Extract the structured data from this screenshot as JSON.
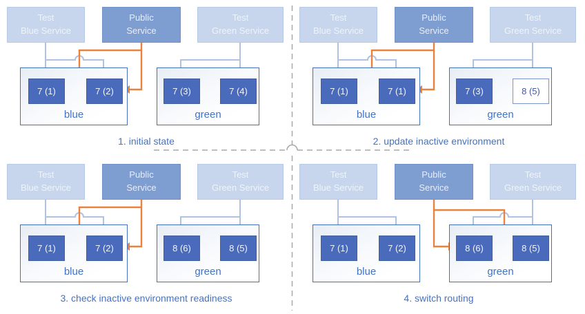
{
  "colors": {
    "test_service_fill": "#c7d6ec",
    "public_service_fill": "#7e9ed2",
    "pod_fill": "#4a6abc",
    "pod_outline_border": "#7a94cf",
    "env_border": "#4170bd",
    "test_wire": "#aec3e3",
    "public_wire": "#e8823c",
    "caption_text": "#4472c4",
    "divider": "#a8a8a8"
  },
  "services": {
    "test_blue": {
      "line1": "Test",
      "line2": "Blue Service"
    },
    "public": {
      "line1": "Public",
      "line2": "Service"
    },
    "test_green": {
      "line1": "Test",
      "line2": "Green Service"
    }
  },
  "panels": [
    {
      "caption": "1. initial state",
      "orange_target": "blue",
      "blue_env": {
        "label": "blue",
        "pods": [
          {
            "label": "7 (1)",
            "style": "solid"
          },
          {
            "label": "7 (2)",
            "style": "solid"
          }
        ]
      },
      "green_env": {
        "label": "green",
        "pods": [
          {
            "label": "7 (3)",
            "style": "solid"
          },
          {
            "label": "7 (4)",
            "style": "solid"
          }
        ]
      }
    },
    {
      "caption": "2. update inactive environment",
      "orange_target": "blue",
      "blue_env": {
        "label": "blue",
        "pods": [
          {
            "label": "7 (1)",
            "style": "solid"
          },
          {
            "label": "7 (1)",
            "style": "solid"
          }
        ]
      },
      "green_env": {
        "label": "green",
        "pods": [
          {
            "label": "7 (3)",
            "style": "solid"
          },
          {
            "label": "8 (5)",
            "style": "outline"
          }
        ]
      }
    },
    {
      "caption": "3. check inactive environment readiness",
      "orange_target": "blue",
      "blue_env": {
        "label": "blue",
        "pods": [
          {
            "label": "7 (1)",
            "style": "solid"
          },
          {
            "label": "7 (2)",
            "style": "solid"
          }
        ]
      },
      "green_env": {
        "label": "green",
        "pods": [
          {
            "label": "8 (6)",
            "style": "solid"
          },
          {
            "label": "8 (5)",
            "style": "solid"
          }
        ]
      }
    },
    {
      "caption": "4. switch routing",
      "orange_target": "green",
      "blue_env": {
        "label": "blue",
        "pods": [
          {
            "label": "7 (1)",
            "style": "solid"
          },
          {
            "label": "7 (2)",
            "style": "solid"
          }
        ]
      },
      "green_env": {
        "label": "green",
        "pods": [
          {
            "label": "8 (6)",
            "style": "solid"
          },
          {
            "label": "8 (5)",
            "style": "solid"
          }
        ]
      }
    }
  ]
}
